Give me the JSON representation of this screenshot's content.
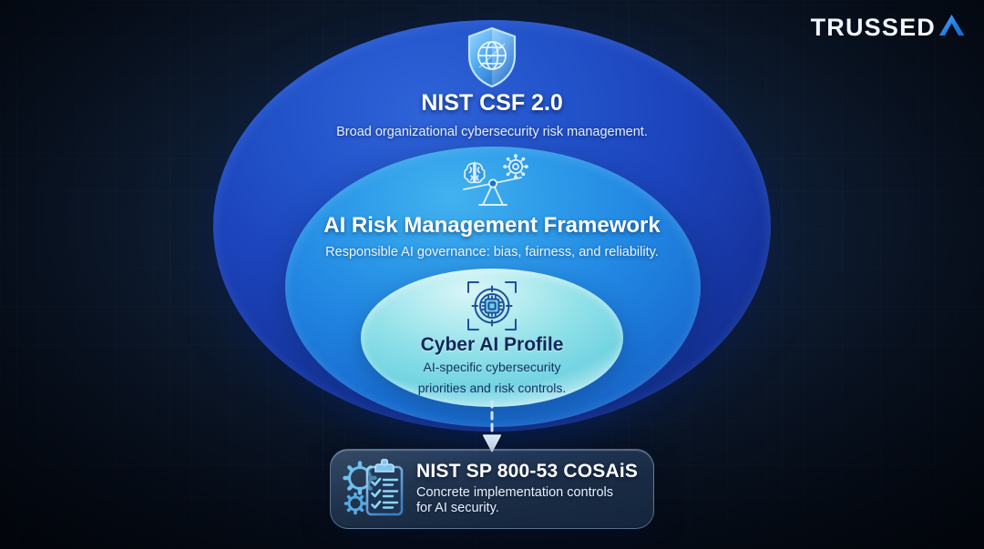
{
  "brand": {
    "name": "TRUSSED",
    "mark_icon": "triangle-ai-mark-icon",
    "word_color": "#f2f6fb",
    "mark_color": "#1f7ae0"
  },
  "diagram": {
    "type": "nested-ellipse-hierarchy",
    "background_color": "#0d1b2e",
    "layers": [
      {
        "id": "nist-csf",
        "title": "NIST CSF 2.0",
        "subtitle": "Broad organizational cybersecurity risk management.",
        "icon": "shield-globe-icon",
        "fill_color": "#1f49c2",
        "title_color": "#ffffff",
        "level": 1
      },
      {
        "id": "ai-rmf",
        "title": "AI Risk Management Framework",
        "subtitle": "Responsible AI governance: bias, fairness, and reliability.",
        "icon": "brain-gear-balance-scale-icon",
        "fill_color": "#2387e2",
        "title_color": "#ffffff",
        "level": 2
      },
      {
        "id": "cyber-ai-profile",
        "title": "Cyber AI Profile",
        "subtitle_line1": "AI-specific cybersecurity",
        "subtitle_line2": "priorities and risk controls.",
        "icon": "chip-target-reticle-icon",
        "fill_color": "#8fe0e8",
        "title_color": "#11265c",
        "level": 3
      }
    ],
    "connector": {
      "style": "dashed-arrow-down",
      "color": "#cfe6fb"
    },
    "outcome_card": {
      "title": "NIST SP 800-53 COSAiS",
      "subtitle_line1": "Concrete implementation controls",
      "subtitle_line2": "for AI security.",
      "icon": "clipboard-checklist-gears-icon",
      "border_color": "#b0d1f4"
    }
  }
}
